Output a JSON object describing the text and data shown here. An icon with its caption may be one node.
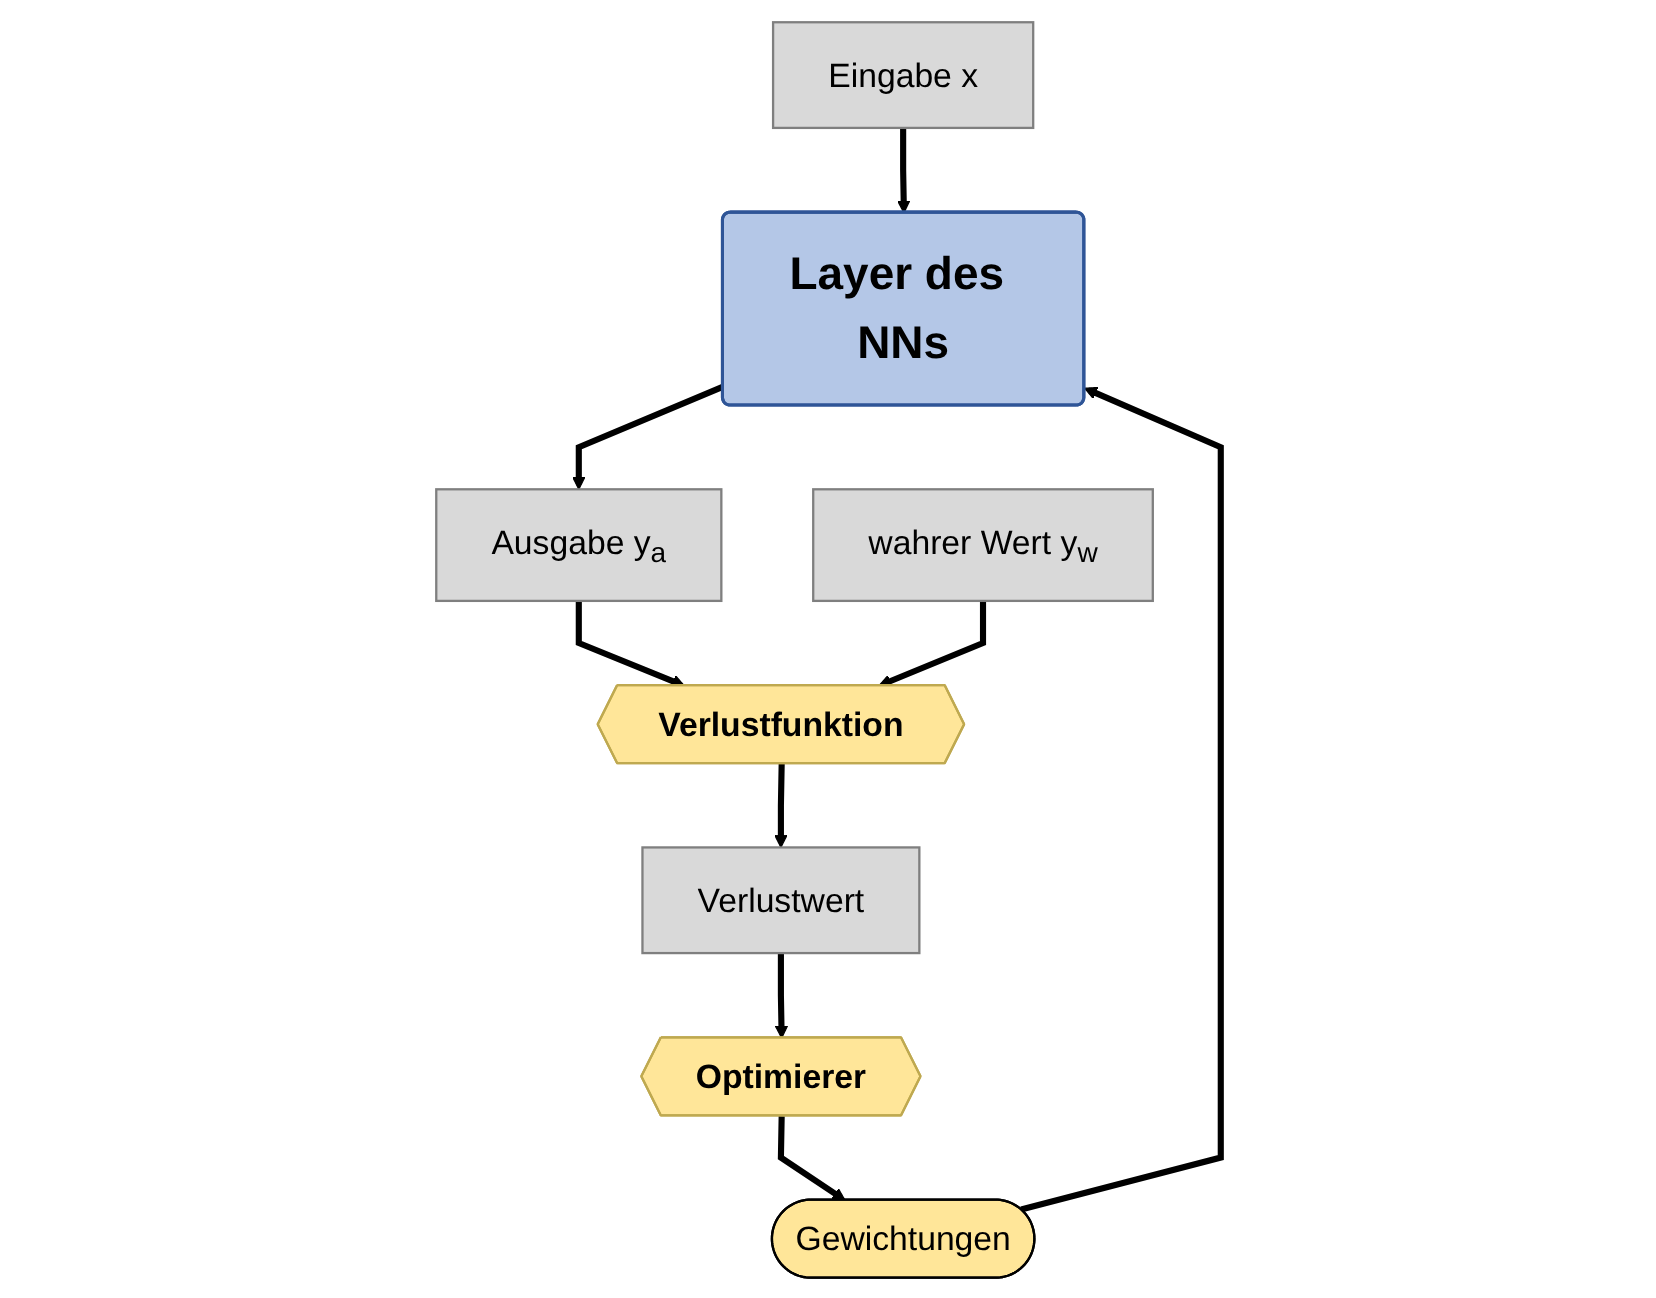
{
  "diagram": {
    "nodes": [
      {
        "text": [
          "Eingabe x"
        ]
      },
      {
        "text": [
          "Gewichtungen"
        ]
      },
      {
        "text": [
          "Layer des NNs"
        ]
      },
      {
        "text": [
          "Ausgabe y$_{a}$"
        ]
      },
      {
        "text": [
          "wahrer Wert y$_{w}$"
        ]
      },
      {
        "text": [
          "Optimierer"
        ]
      },
      {
        "text": [
          "Verlustfunktion"
        ]
      },
      {
        "text": [
          "Verlustwert"
        ]
      }
    ],
    "edges": [
      {
        "from": 0,
        "to": 2,
        "arrow": "to"
      },
      {
        "from": 1,
        "to": 2,
        "arrow": "to"
      },
      {
        "from": 2,
        "to": 3,
        "arrow": "to"
      },
      {
        "from": 3,
        "to": 6,
        "arrow": "to"
      },
      {
        "from": 4,
        "to": 6,
        "arrow": "to"
      },
      {
        "from": 6,
        "to": 7,
        "arrow": "to"
      },
      {
        "from": 7,
        "to": 5,
        "arrow": "to"
      },
      {
        "from": 5,
        "to": 1,
        "arrow": "to"
      }
    ]
  }
}
